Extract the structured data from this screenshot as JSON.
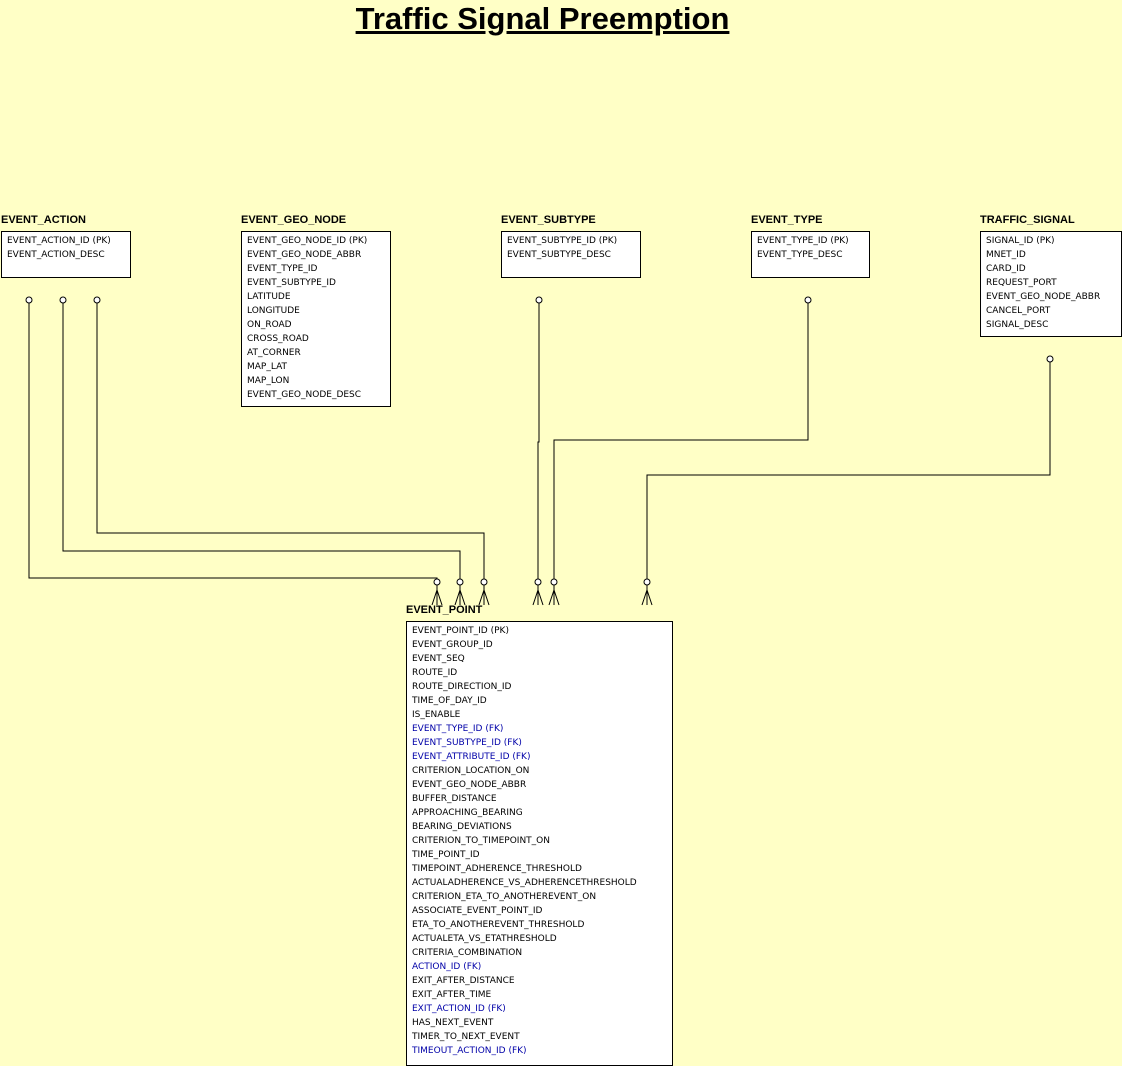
{
  "diagram": {
    "title": "Traffic Signal Preemption",
    "entities": {
      "event_action": {
        "name": "EVENT_ACTION",
        "attributes": [
          {
            "text": "EVENT_ACTION_ID (PK)",
            "fk": false
          },
          {
            "text": "EVENT_ACTION_DESC",
            "fk": false
          }
        ]
      },
      "event_geo_node": {
        "name": "EVENT_GEO_NODE",
        "attributes": [
          {
            "text": "EVENT_GEO_NODE_ID (PK)",
            "fk": false
          },
          {
            "text": "EVENT_GEO_NODE_ABBR",
            "fk": false
          },
          {
            "text": "EVENT_TYPE_ID",
            "fk": false
          },
          {
            "text": "EVENT_SUBTYPE_ID",
            "fk": false
          },
          {
            "text": "LATITUDE",
            "fk": false
          },
          {
            "text": "LONGITUDE",
            "fk": false
          },
          {
            "text": "ON_ROAD",
            "fk": false
          },
          {
            "text": "CROSS_ROAD",
            "fk": false
          },
          {
            "text": "AT_CORNER",
            "fk": false
          },
          {
            "text": "MAP_LAT",
            "fk": false
          },
          {
            "text": "MAP_LON",
            "fk": false
          },
          {
            "text": "EVENT_GEO_NODE_DESC",
            "fk": false
          }
        ]
      },
      "event_subtype": {
        "name": "EVENT_SUBTYPE",
        "attributes": [
          {
            "text": "EVENT_SUBTYPE_ID (PK)",
            "fk": false
          },
          {
            "text": "EVENT_SUBTYPE_DESC",
            "fk": false
          }
        ]
      },
      "event_type": {
        "name": "EVENT_TYPE",
        "attributes": [
          {
            "text": "EVENT_TYPE_ID (PK)",
            "fk": false
          },
          {
            "text": "EVENT_TYPE_DESC",
            "fk": false
          }
        ]
      },
      "traffic_signal": {
        "name": "TRAFFIC_SIGNAL",
        "attributes": [
          {
            "text": "SIGNAL_ID (PK)",
            "fk": false
          },
          {
            "text": "MNET_ID",
            "fk": false
          },
          {
            "text": "CARD_ID",
            "fk": false
          },
          {
            "text": "REQUEST_PORT",
            "fk": false
          },
          {
            "text": "EVENT_GEO_NODE_ABBR",
            "fk": false
          },
          {
            "text": "CANCEL_PORT",
            "fk": false
          },
          {
            "text": "SIGNAL_DESC",
            "fk": false
          }
        ]
      },
      "event_point": {
        "name": "EVENT_POINT",
        "attributes": [
          {
            "text": "EVENT_POINT_ID (PK)",
            "fk": false
          },
          {
            "text": "EVENT_GROUP_ID",
            "fk": false
          },
          {
            "text": "EVENT_SEQ",
            "fk": false
          },
          {
            "text": "ROUTE_ID",
            "fk": false
          },
          {
            "text": "ROUTE_DIRECTION_ID",
            "fk": false
          },
          {
            "text": "TIME_OF_DAY_ID",
            "fk": false
          },
          {
            "text": "IS_ENABLE",
            "fk": false
          },
          {
            "text": "EVENT_TYPE_ID (FK)",
            "fk": true
          },
          {
            "text": "EVENT_SUBTYPE_ID (FK)",
            "fk": true
          },
          {
            "text": "EVENT_ATTRIBUTE_ID (FK)",
            "fk": true
          },
          {
            "text": "CRITERION_LOCATION_ON",
            "fk": false
          },
          {
            "text": "EVENT_GEO_NODE_ABBR",
            "fk": false
          },
          {
            "text": "BUFFER_DISTANCE",
            "fk": false
          },
          {
            "text": "APPROACHING_BEARING",
            "fk": false
          },
          {
            "text": "BEARING_DEVIATIONS",
            "fk": false
          },
          {
            "text": "CRITERION_TO_TIMEPOINT_ON",
            "fk": false
          },
          {
            "text": "TIME_POINT_ID",
            "fk": false
          },
          {
            "text": "TIMEPOINT_ADHERENCE_THRESHOLD",
            "fk": false
          },
          {
            "text": "ACTUALADHERENCE_VS_ADHERENCETHRESHOLD",
            "fk": false
          },
          {
            "text": "CRITERION_ETA_TO_ANOTHEREVENT_ON",
            "fk": false
          },
          {
            "text": "ASSOCIATE_EVENT_POINT_ID",
            "fk": false
          },
          {
            "text": "ETA_TO_ANOTHEREVENT_THRESHOLD",
            "fk": false
          },
          {
            "text": "ACTUALETA_VS_ETATHRESHOLD",
            "fk": false
          },
          {
            "text": "CRITERIA_COMBINATION",
            "fk": false
          },
          {
            "text": "ACTION_ID (FK)",
            "fk": true
          },
          {
            "text": "EXIT_AFTER_DISTANCE",
            "fk": false
          },
          {
            "text": "EXIT_AFTER_TIME",
            "fk": false
          },
          {
            "text": "EXIT_ACTION_ID (FK)",
            "fk": true
          },
          {
            "text": "HAS_NEXT_EVENT",
            "fk": false
          },
          {
            "text": "TIMER_TO_NEXT_EVENT",
            "fk": false
          },
          {
            "text": "TIMEOUT_ACTION_ID (FK)",
            "fk": true
          }
        ]
      }
    },
    "relationships": [
      {
        "from": "event_action",
        "to": "event_point",
        "cardinality": "zero-or-one to zero-or-many"
      },
      {
        "from": "event_action",
        "to": "event_point",
        "cardinality": "zero-or-one to zero-or-many"
      },
      {
        "from": "event_action",
        "to": "event_point",
        "cardinality": "zero-or-one to zero-or-many"
      },
      {
        "from": "event_subtype",
        "to": "event_point",
        "cardinality": "zero-or-one to zero-or-many"
      },
      {
        "from": "event_type",
        "to": "event_point",
        "cardinality": "zero-or-one to zero-or-many"
      },
      {
        "from": "traffic_signal",
        "to": "event_point",
        "cardinality": "zero-or-one to zero-or-many"
      }
    ],
    "colors": {
      "background": "#ffffc6",
      "box_fill": "#ffffff",
      "line": "#000000",
      "fk_text": "#0000a8"
    }
  }
}
